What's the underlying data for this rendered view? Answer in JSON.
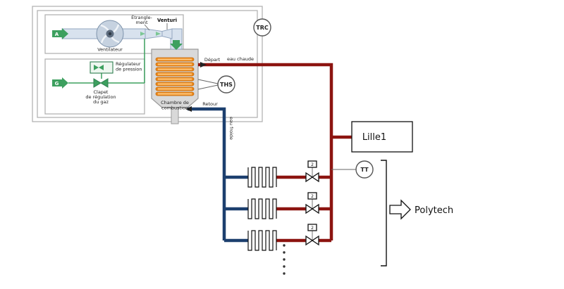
{
  "colors": {
    "hot": "#8c1410",
    "cold": "#1c3f6e",
    "green": "#3da05f",
    "casing": "#b3b3b3"
  },
  "instruments": {
    "trc": "TRC",
    "ths": "THS",
    "tt": "TT"
  },
  "boiler": {
    "air_inlet": "A",
    "gas_inlet": "G",
    "fan": "Ventilateur",
    "throttle1": "Étrangle-",
    "throttle2": "ment",
    "venturi": "Venturi",
    "reg1": "Régulateur",
    "reg2": "de pression",
    "clapet1": "Clapet",
    "clapet2": "de régulation",
    "clapet3": "du gaz",
    "chamber1": "Chambre de",
    "chamber2": "combustion"
  },
  "pipes": {
    "depart": "Départ",
    "eau_chaude": "eau chaude",
    "retour": "Retour",
    "eau_froide": "eau froide"
  },
  "network": {
    "building": "Lille1",
    "school": "Polytech",
    "valve_tag": "2"
  }
}
